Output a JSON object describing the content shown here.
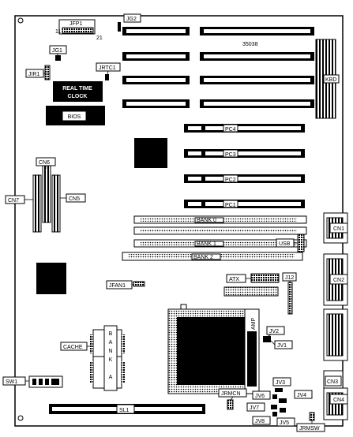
{
  "board": {
    "model": "35038"
  },
  "jumpers": {
    "jfp1": "JFP1",
    "jfp1_pin_left": "11",
    "jfp1_pin_right": "21",
    "jg2": "JG2",
    "jg1": "JG1",
    "jir1": "JIR1",
    "jrtc1": "JRTC1",
    "jfan1": "JFAN1",
    "jv1": "JV1",
    "jv2": "JV2",
    "jv3": "JV3",
    "jv4": "JV4",
    "jv5": "JV5",
    "jv6": "JV6",
    "jv7": "JV7",
    "jv8": "JV8",
    "jrmcn": "JRMCN",
    "jrmsw": "JRMSW",
    "j12": "J12",
    "sw1": "SW1"
  },
  "chips": {
    "rtc_line1": "REAL TIME",
    "rtc_line2": "CLOCK",
    "bios": "BIOS",
    "amp": "AMP"
  },
  "slots": {
    "pc4": "PC4",
    "pc3": "PC3",
    "pc2": "PC2",
    "pc1": "PC1",
    "sl1": "SL1"
  },
  "memory": {
    "bank0": "BANK 0",
    "bank1": "BANK 1",
    "bank2": "BANK 2",
    "cache": "CACHE",
    "bank_a": [
      "B",
      "A",
      "N",
      "K",
      "A"
    ]
  },
  "connectors": {
    "kbd": "KBD",
    "cn1": "CN1",
    "cn2": "CN2",
    "cn3": "CN3",
    "cn4": "CN4",
    "cn5": "CN5",
    "cn6": "CN6",
    "cn7": "CN7",
    "usb": "USB",
    "atx": "ATX"
  }
}
